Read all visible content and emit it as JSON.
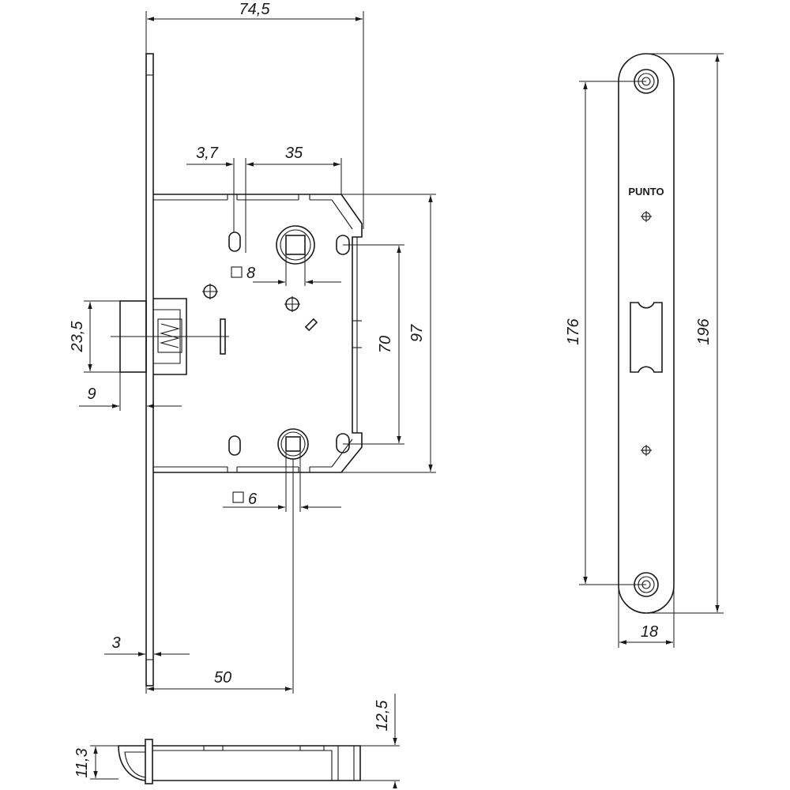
{
  "drawing": {
    "brand": "PUNTO",
    "dimensions": {
      "overall_width": "74,5",
      "slot_width": "3,7",
      "backset_to_square": "35",
      "square_upper": "8",
      "square_lower": "6",
      "latch_height": "23,5",
      "latch_projection": "9",
      "faceplate_thickness": "3",
      "backset": "50",
      "center_distance": "70",
      "case_height": "97",
      "body_depth": "12,5",
      "latch_depth": "11,3",
      "strike_hole_distance": "176",
      "strike_length": "196",
      "strike_width": "18"
    }
  }
}
